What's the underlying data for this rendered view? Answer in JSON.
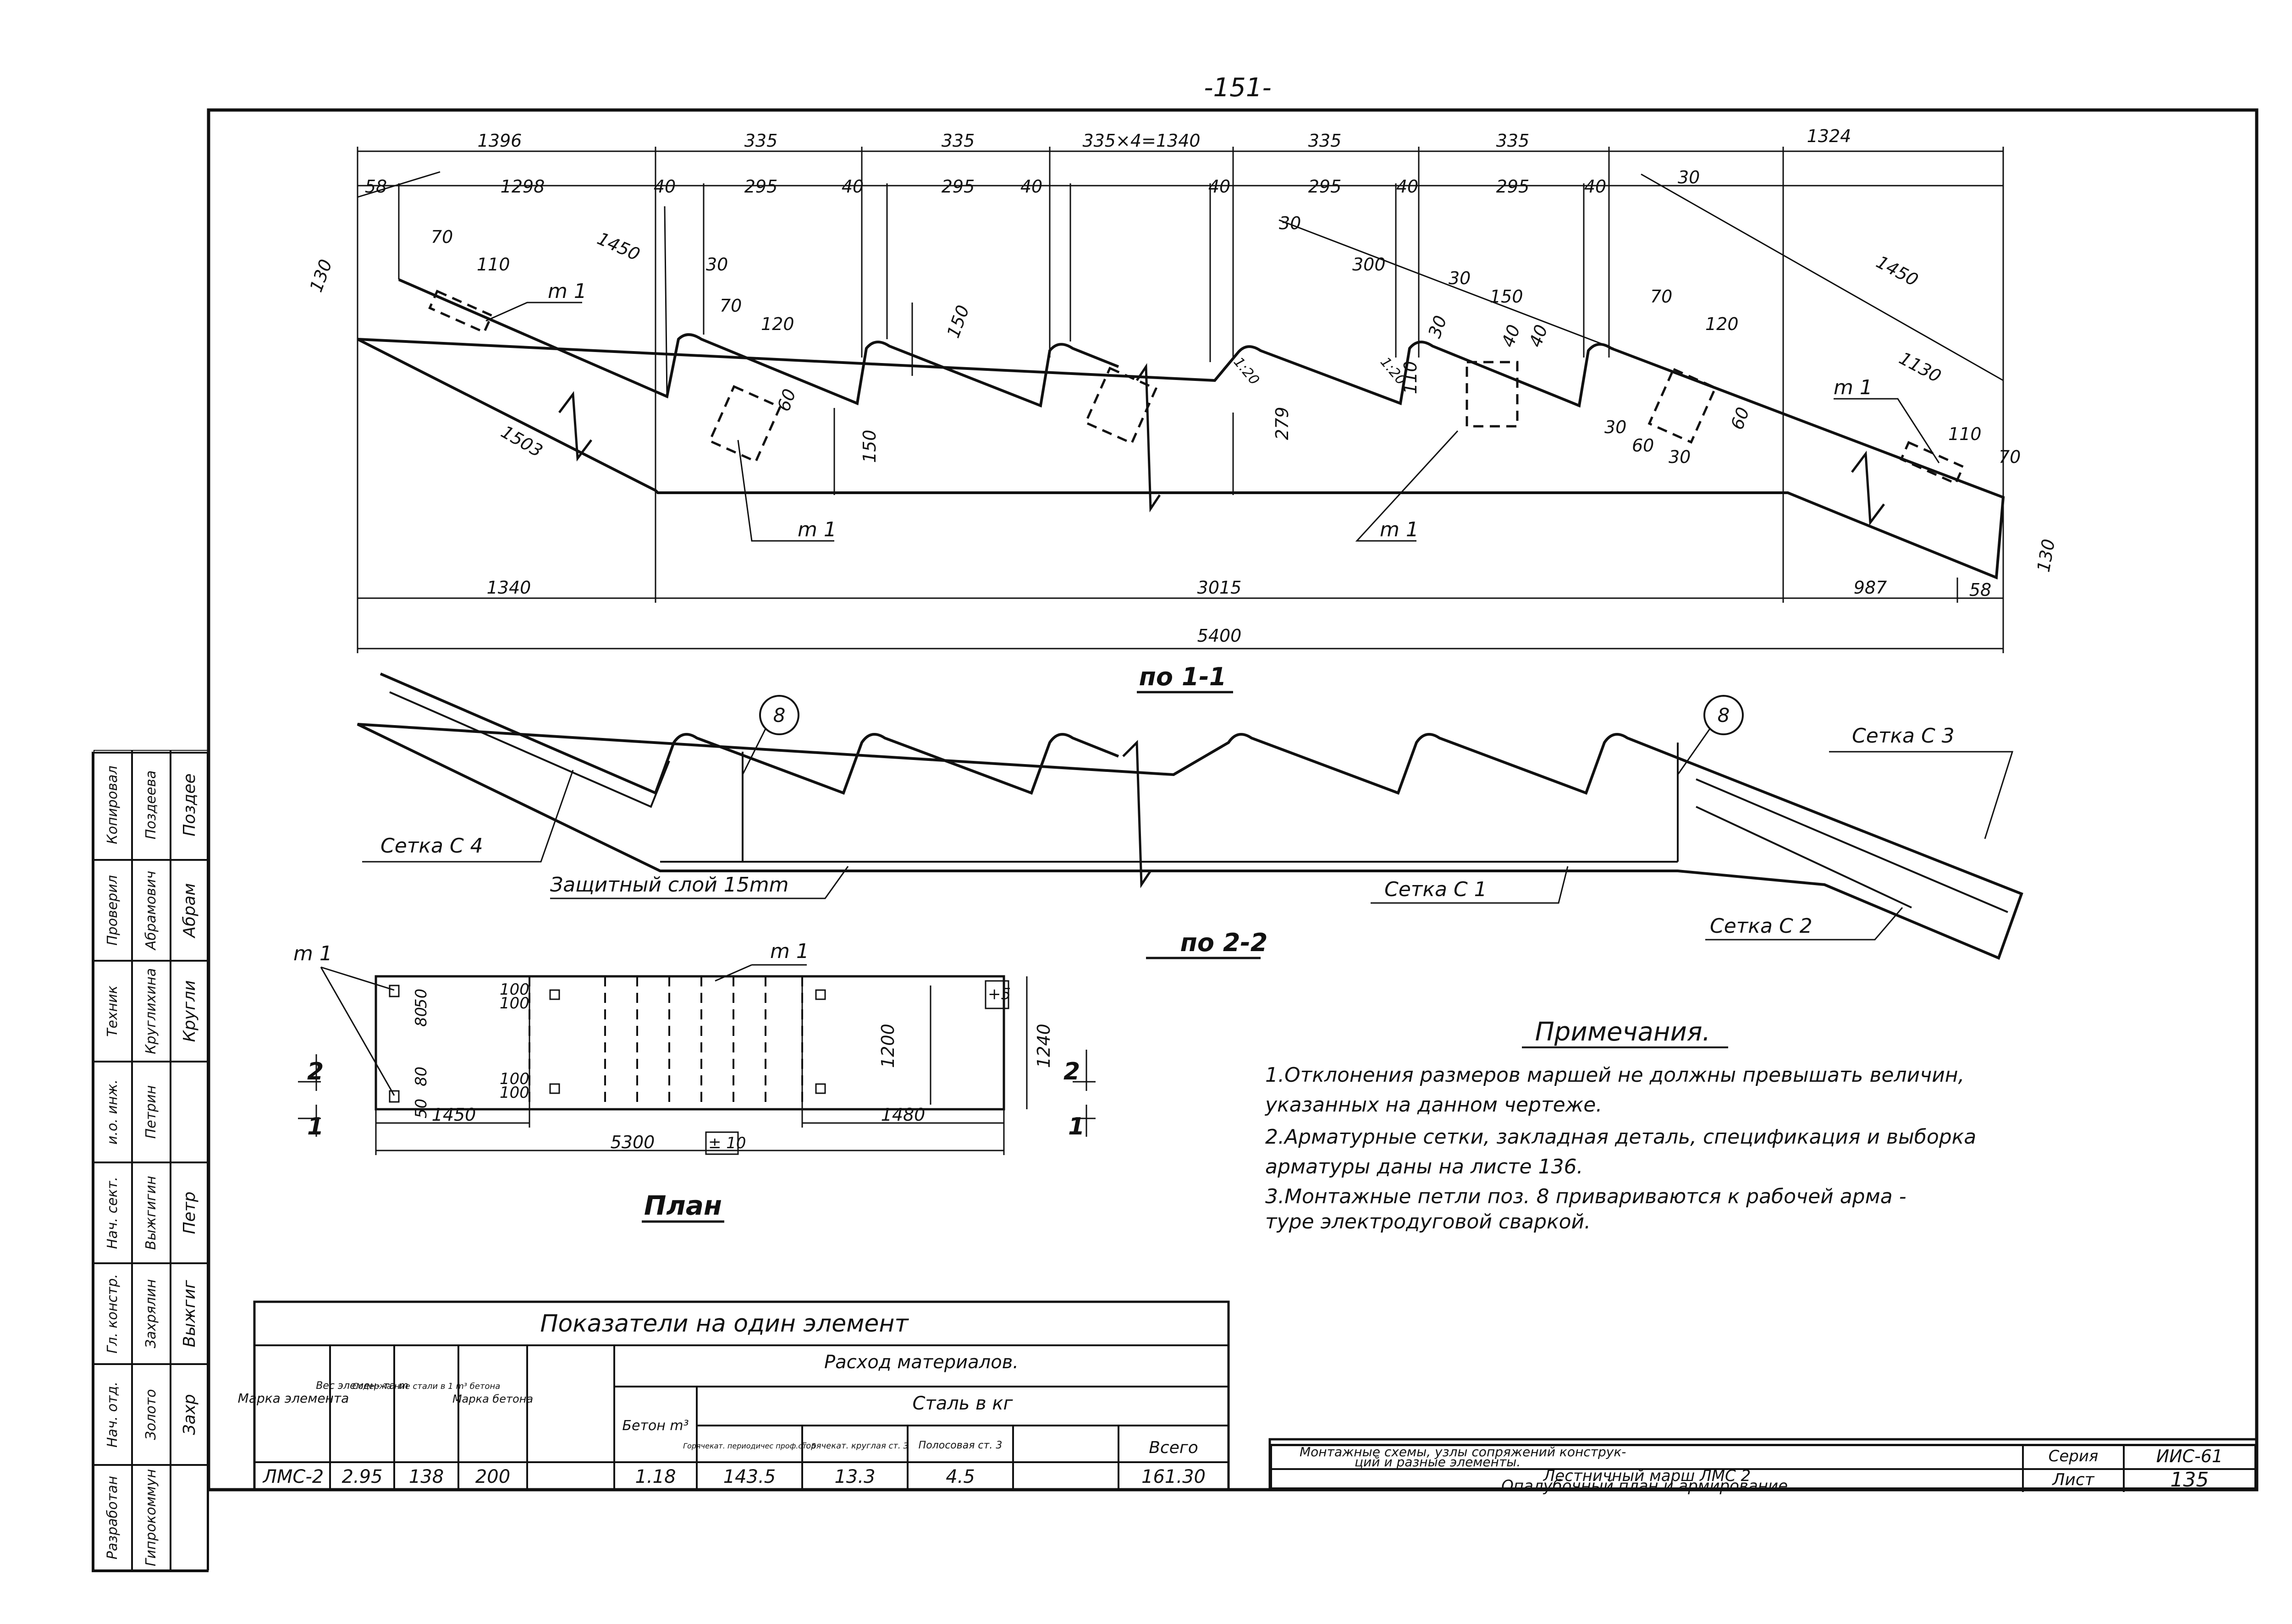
{
  "page_number": "-151-",
  "section_1_1": {
    "title": "по 1-1",
    "top_dims": [
      "1396",
      "335",
      "335",
      "335×4=1340",
      "335",
      "335",
      "1324"
    ],
    "sub_dims": [
      "58",
      "1298",
      "40",
      "295",
      "40",
      "295",
      "40",
      "40",
      "295",
      "40",
      "295",
      "40"
    ],
    "details": [
      "130",
      "70",
      "110",
      "1450",
      "30",
      "70",
      "120",
      "150",
      "60",
      "150",
      "279",
      "30",
      "300",
      "30",
      "150",
      "30",
      "40",
      "40",
      "110",
      "1503",
      "30",
      "1450",
      "70",
      "120",
      "60",
      "1130",
      "30",
      "60",
      "30",
      "110",
      "70",
      "130",
      "1:20",
      "1:20"
    ],
    "m_labels": [
      "m 1",
      "m 1",
      "m 1",
      "m 1"
    ],
    "bottom_dims": [
      "1340",
      "3015",
      "987",
      "58"
    ],
    "total": "5400"
  },
  "section_2_2": {
    "title": "по 2-2",
    "loop_marks": [
      "8",
      "8"
    ],
    "mesh": {
      "c3": "Сетка С 3",
      "c4": "Сетка С 4",
      "c1": "Сетка С 1",
      "c2": "Сетка С 2"
    },
    "cover": "Защитный слой 15mm"
  },
  "plan": {
    "title": "План",
    "m_labels": [
      "m 1",
      "m 1"
    ],
    "dims": [
      "50",
      "80",
      "100",
      "100",
      "100",
      "100",
      "80",
      "50",
      "1200",
      "1240",
      "+5",
      "1450",
      "1480",
      "5300",
      "± 10"
    ],
    "section_marks": [
      "2",
      "1",
      "2",
      "1"
    ]
  },
  "notes": {
    "title": "Примечания.",
    "items": [
      "1.Отклонения размеров маршей не должны превышать величин,",
      "указанных на данном чертеже.",
      "2.Арматурные сетки, закладная деталь, спецификация и выборка",
      "арматуры даны на листе 136.",
      "3.Монтажные петли поз. 8 привариваются к рабочей арма -",
      "туре электродуговой сваркой."
    ]
  },
  "table": {
    "title": "Показатели на один элемент",
    "col_mark": "Марка элемента",
    "col_weight": "Вес элемен- та m",
    "col_steel": "Содержа ние стали в 1 m³ бетона",
    "col_concrete_mark": "Марка бетона",
    "consumption": "Расход материалов.",
    "steel_kg": "Сталь в кг",
    "col_concrete": "Бетон m³",
    "col_hot_periodic": "Горячекат. периодичес проф.ст. 5",
    "col_hot_round": "Горячекат. круглая ст. 3",
    "col_strip": "Полосовая ст. 3",
    "col_total": "Всего",
    "row": [
      "ЛМС-2",
      "2.95",
      "138",
      "200",
      "1.18",
      "143.5",
      "13.3",
      "4.5",
      "",
      "161.30"
    ]
  },
  "stamp": {
    "subtitle_1": "Монтажные схемы, узлы сопряжений конструк-",
    "subtitle_2": "ций и разные элементы.",
    "series_label": "Серия",
    "series": "ИИС-61",
    "title_1": "Лестничный марш ЛМС 2",
    "title_2": "Опалубочный план и армирование.",
    "sheet_label": "Лист",
    "sheet": "135"
  },
  "side_stamp": {
    "developed": "Разработан",
    "org": "Гипрокоммун",
    "rows": [
      [
        "Нач. отд.",
        "Золото"
      ],
      [
        "Гл. констр.",
        "Захрялин"
      ],
      [
        "Нач. сект.",
        "Выжгигин"
      ],
      [
        "и.о. инж.",
        "Петрин"
      ],
      [
        "Техник",
        "Круглихина"
      ],
      [
        "Проверил",
        "Абрамович"
      ],
      [
        "Копировал",
        "Поздеева"
      ]
    ],
    "signatures": [
      "Кругли",
      "Абрам",
      "Поздее",
      "Захр",
      "Выжгиг",
      "Петр"
    ]
  }
}
